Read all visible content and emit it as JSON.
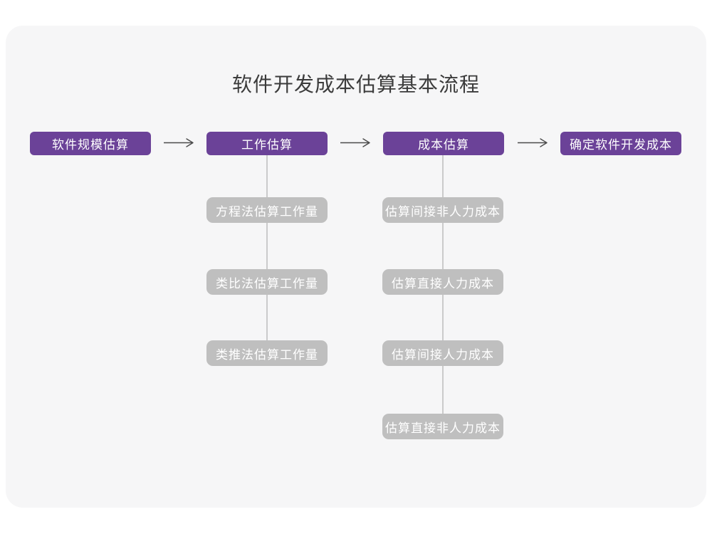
{
  "title": "软件开发成本估算基本流程",
  "colors": {
    "page_bg": "#FFFFFF",
    "card_bg": "#F6F6F7",
    "primary": "#6B4298",
    "secondary": "#BFBFBF",
    "connector": "#CBCBCB",
    "arrow": "#4A4A4A",
    "title_text": "#3B3B3B",
    "box_text": "#FFFFFF"
  },
  "flow": {
    "main_steps": [
      {
        "label": "软件规模估算"
      },
      {
        "label": "工作估算"
      },
      {
        "label": "成本估算"
      },
      {
        "label": "确定软件开发成本"
      }
    ],
    "work_estimation_substeps": [
      {
        "label": "方程法估算工作量"
      },
      {
        "label": "类比法估算工作量"
      },
      {
        "label": "类推法估算工作量"
      }
    ],
    "cost_estimation_substeps": [
      {
        "label": "估算间接非人力成本"
      },
      {
        "label": "估算直接人力成本"
      },
      {
        "label": "估算间接人力成本"
      },
      {
        "label": "估算直接非人力成本"
      }
    ]
  }
}
